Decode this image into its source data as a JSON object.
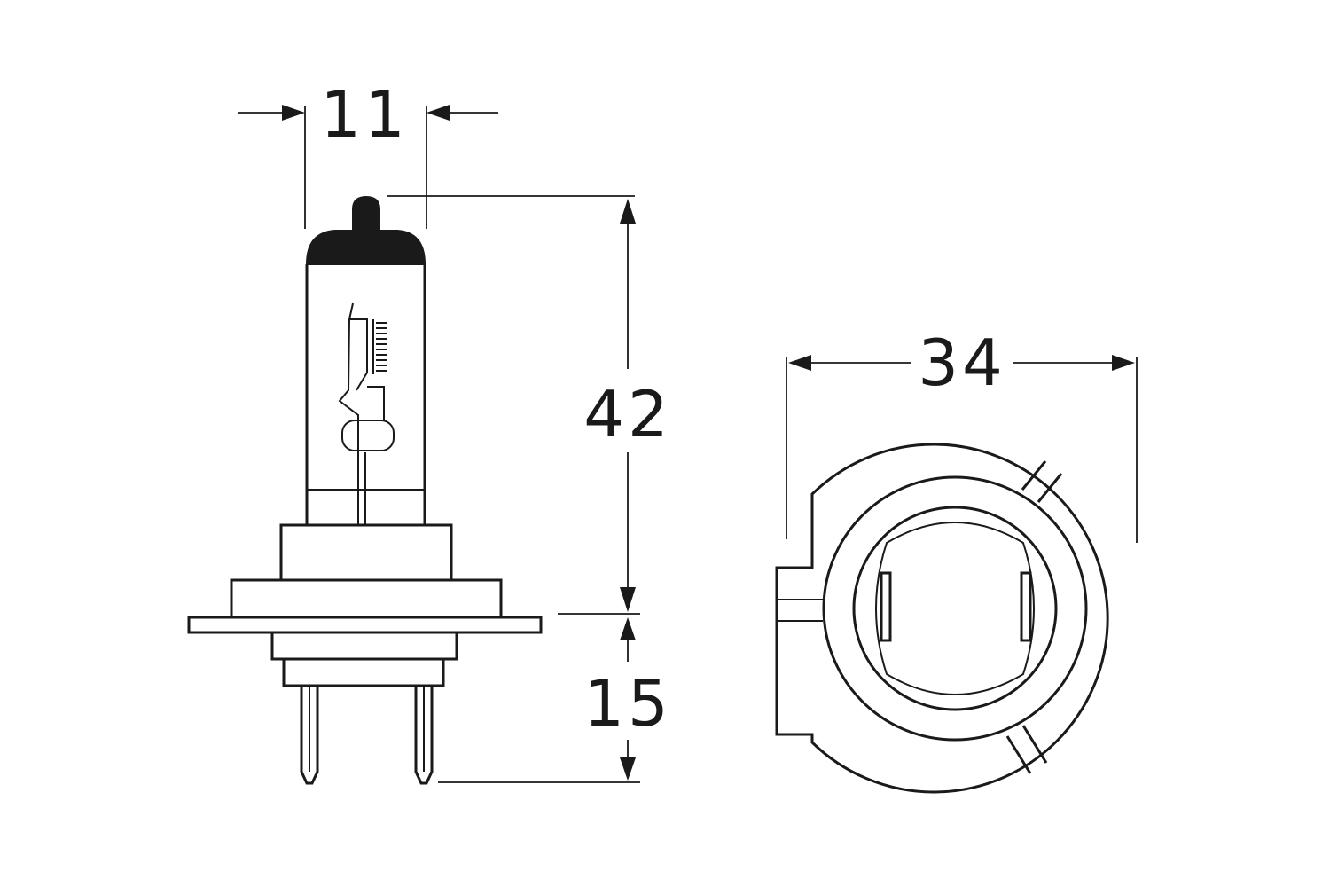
{
  "dimensions": {
    "bulb_width": "11",
    "bulb_height": "42",
    "pin_length": "15",
    "base_diameter": "34"
  }
}
